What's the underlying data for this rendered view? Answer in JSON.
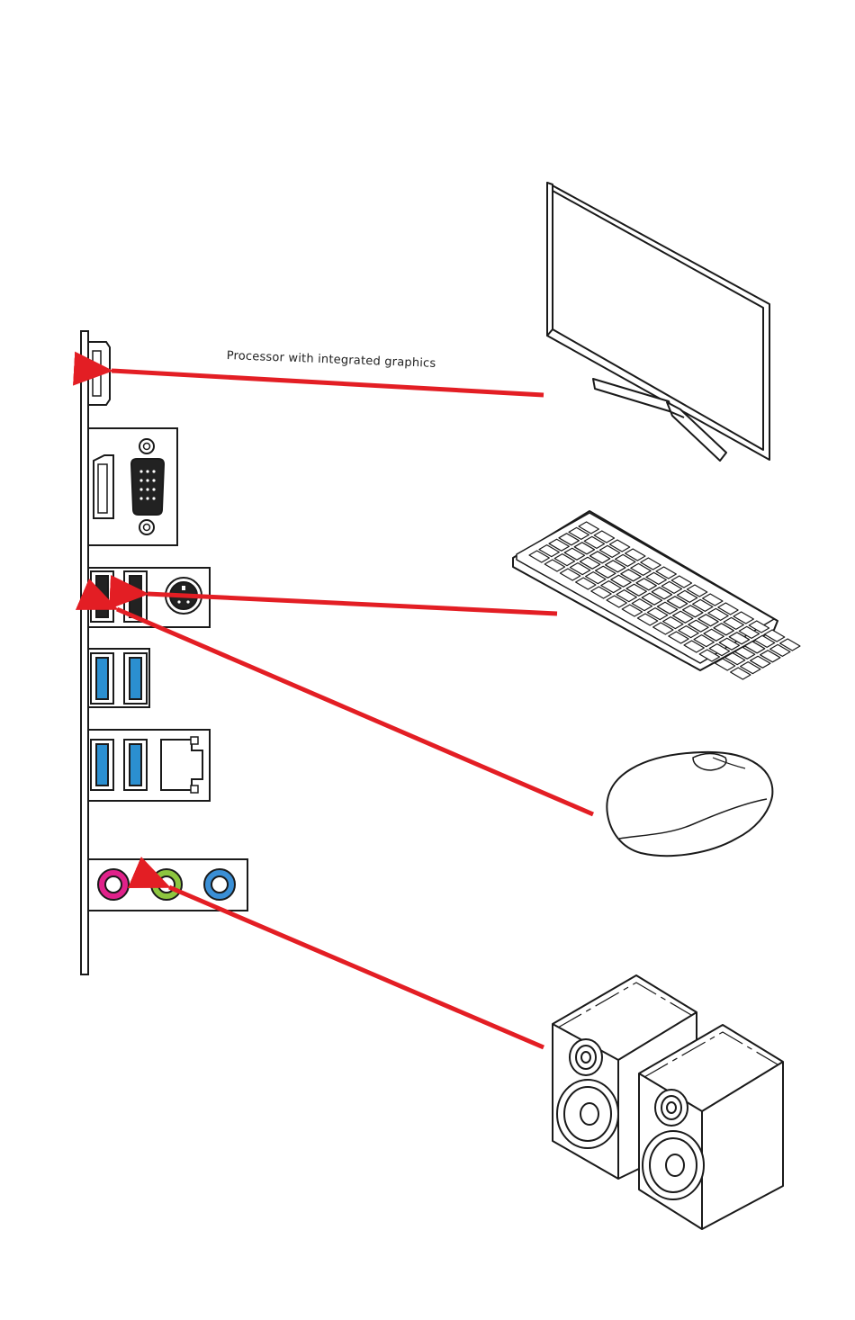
{
  "caption": "Processor with integrated graphics",
  "colors": {
    "arrow": "#e31e24",
    "usb3": "#2b8fd0",
    "audio_pink": "#e0218a",
    "audio_green": "#8dc63f",
    "audio_blue": "#3a8fd6",
    "outline": "#1a1a1a"
  },
  "devices": [
    "monitor-icon",
    "keyboard-icon",
    "mouse-icon",
    "speakers-icon"
  ],
  "ports": [
    "hdmi-port",
    "displayport-port",
    "vga-port",
    "usb2-port",
    "ps2-port",
    "usb3-port",
    "lan-port",
    "audio-line-in",
    "audio-line-out",
    "audio-mic-in"
  ]
}
